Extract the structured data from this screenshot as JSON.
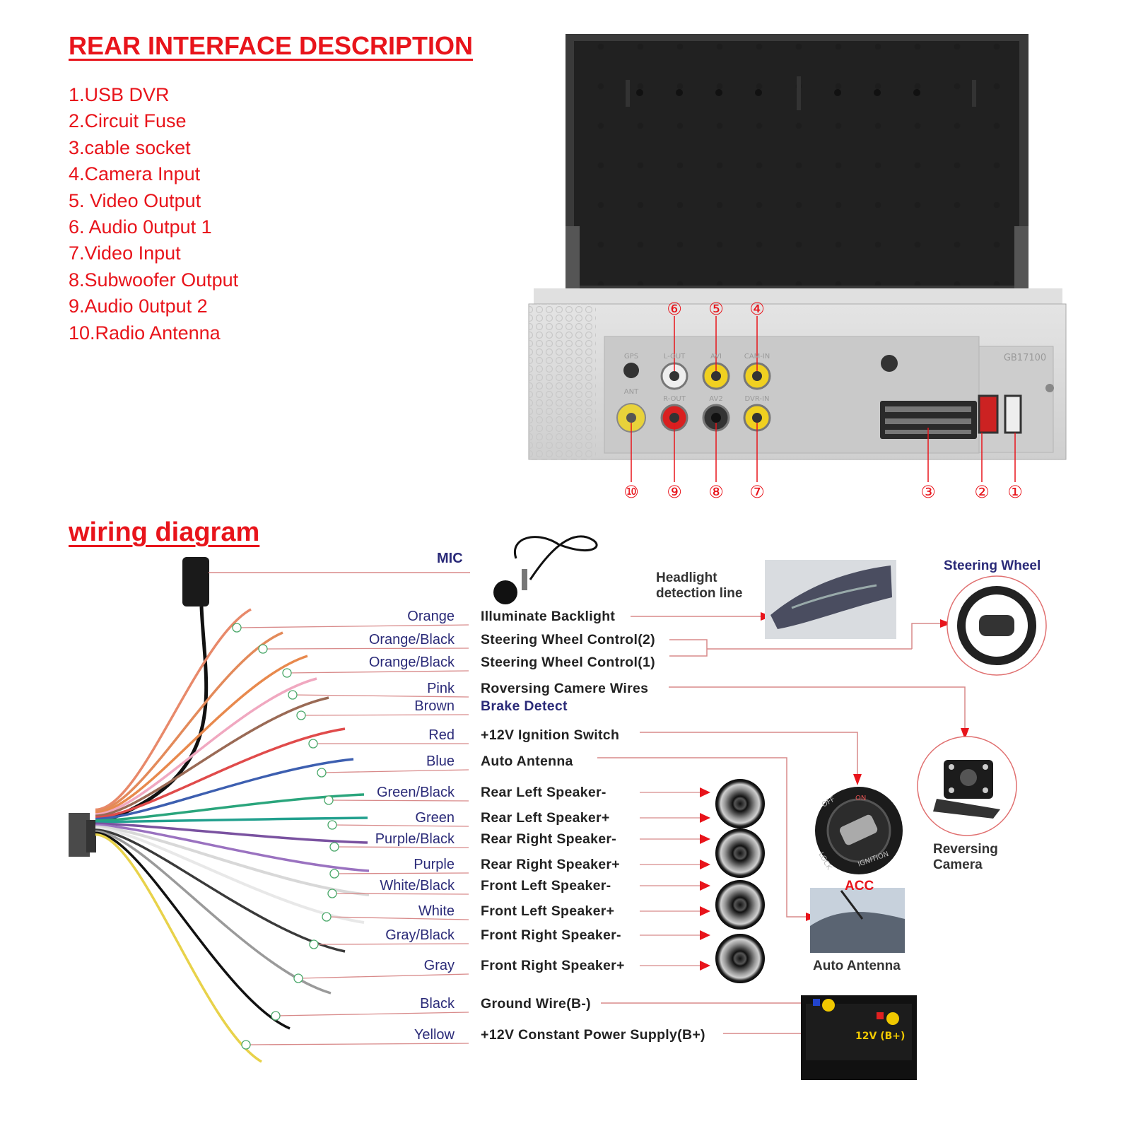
{
  "header": {
    "title": "REAR INTERFACE DESCRIPTION"
  },
  "rear_interface": {
    "items": [
      "1.USB DVR",
      "2.Circuit Fuse",
      "3.cable socket",
      "4.Camera Input",
      "5. Video Output",
      "6. Audio 0utput 1",
      "7.Video Input",
      "8.Subwoofer Output",
      "9.Audio 0utput 2",
      "10.Radio Antenna"
    ],
    "callouts_top": [
      "⑥",
      "⑤",
      "④"
    ],
    "callouts_bottom": [
      "⑩",
      "⑨",
      "⑧",
      "⑦",
      "③",
      "②",
      "①"
    ],
    "panel_labels": [
      "GPS",
      "L-OUT",
      "AVI",
      "CAM-IN",
      "ANT",
      "R-OUT",
      "AV2",
      "DVR-IN",
      "GB17100"
    ]
  },
  "wiring": {
    "title": "wiring diagram",
    "mic_label": "MIC",
    "wires": [
      {
        "color_name": "Orange",
        "function": "Illuminate Backlight",
        "hex": "#e8896a"
      },
      {
        "color_name": "Orange/Black",
        "function": "Steering Wheel Control(2)",
        "hex": "#e38a5a"
      },
      {
        "color_name": "Orange/Black",
        "function": "Steering Wheel Control(1)",
        "hex": "#e8894d"
      },
      {
        "color_name": "Pink",
        "function": "Roversing Camere Wires",
        "hex": "#f0a8c0"
      },
      {
        "color_name": "Brown",
        "function": "Brake Detect",
        "hex": "#9a6a55"
      },
      {
        "color_name": "Red",
        "function": "+12V Ignition Switch",
        "hex": "#e04b4b"
      },
      {
        "color_name": "Blue",
        "function": "Auto Antenna",
        "hex": "#3d5fb0"
      },
      {
        "color_name": "Green/Black",
        "function": "Rear Left Speaker-",
        "hex": "#2aa57c"
      },
      {
        "color_name": "Green",
        "function": "Rear Left Speaker+",
        "hex": "#22a08e"
      },
      {
        "color_name": "Purple/Black",
        "function": "Rear Right Speaker-",
        "hex": "#7a52a0"
      },
      {
        "color_name": "Purple",
        "function": "Rear Right Speaker+",
        "hex": "#9a72c0"
      },
      {
        "color_name": "White/Black",
        "function": "Front Left Speaker-",
        "hex": "#d8d8d8"
      },
      {
        "color_name": "White",
        "function": "Front Left Speaker+",
        "hex": "#e8e8e8"
      },
      {
        "color_name": "Gray/Black",
        "function": "Front Right Speaker-",
        "hex": "#3a3a3a"
      },
      {
        "color_name": "Gray",
        "function": "Front Right Speaker+",
        "hex": "#9a9a9a"
      },
      {
        "color_name": "Black",
        "function": "Ground Wire(B-)",
        "hex": "#111111"
      },
      {
        "color_name": "Yellow",
        "function": "+12V Constant Power Supply(B+)",
        "hex": "#e8d24a"
      }
    ],
    "captions": {
      "headlight": "Headlight\ndetection line",
      "steering": "Steering Wheel",
      "camera": "Reversing\nCamera",
      "acc": "ACC",
      "antenna": "Auto Antenna",
      "battery_plus": "12V (B+)",
      "ignition_labels": [
        "OFF",
        "ON",
        "LOCK",
        "IGNITION"
      ]
    }
  },
  "colors": {
    "accent_red": "#e8141b",
    "label_blue": "#2a2a78",
    "thin_red": "#d88a8a"
  }
}
